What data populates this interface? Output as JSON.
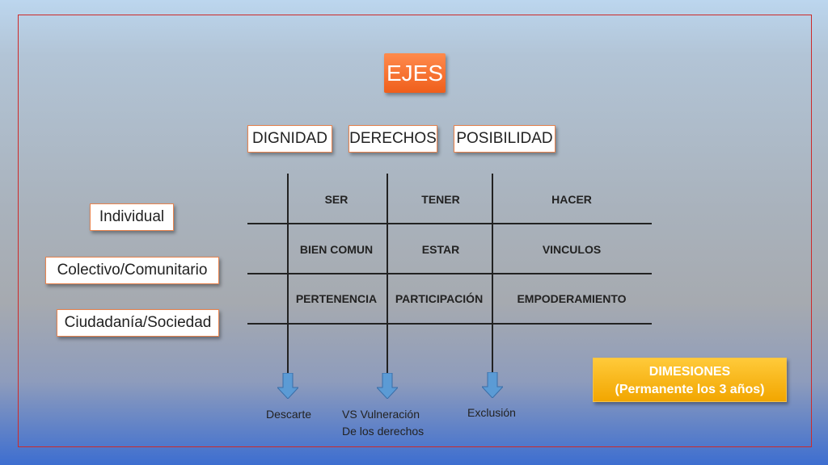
{
  "title": "EJES",
  "axes": [
    "DIGNIDAD",
    "DERECHOS",
    "POSIBILIDAD"
  ],
  "rows": [
    "Individual",
    "Colectivo/Comunitario",
    "Ciudadanía/Sociedad"
  ],
  "grid": [
    [
      "SER",
      "TENER",
      "HACER"
    ],
    [
      "BIEN COMUN",
      "ESTAR",
      "VINCULOS"
    ],
    [
      "PERTENENCIA",
      "PARTICIPACIÓN",
      "EMPODERAMIENTO"
    ]
  ],
  "outcomes": {
    "descarte": "Descarte",
    "vulneracion_line1": "VS Vulneración",
    "vulneracion_line2": "De los derechos",
    "exclusion": "Exclusión"
  },
  "dimensions": {
    "line1": "DIMESIONES",
    "line2": "(Permanente los 3 años)"
  },
  "colors": {
    "title_fill": "#ef5f1c",
    "box_border": "#e8834e",
    "arrow_fill": "#5b9bd5",
    "dimensions_fill": "#f2a600",
    "frame_border": "#cc2a2a"
  }
}
